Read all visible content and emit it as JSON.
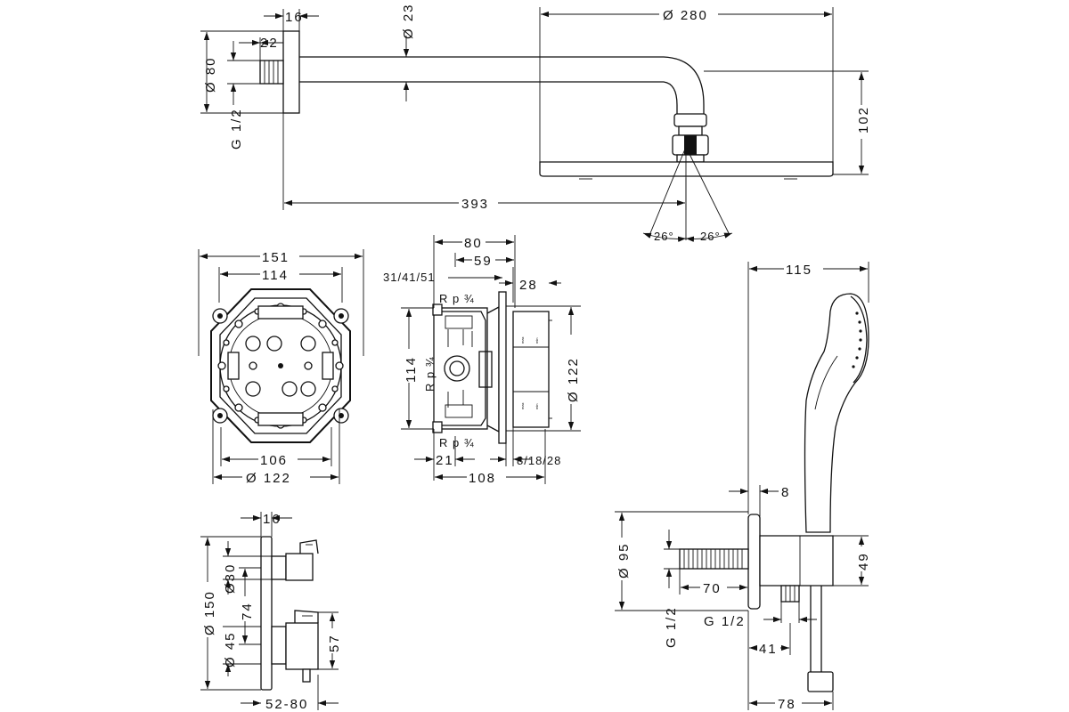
{
  "top_shower": {
    "dims": {
      "wall_depth": "16",
      "thread_len": "22",
      "flange_dia": "Ø 80",
      "thread": "G 1/2",
      "arm_dia": "Ø 23",
      "head_dia": "Ø 280",
      "height": "102",
      "reach": "393",
      "angle_left": "26°",
      "angle_right": "26°"
    }
  },
  "box_front": {
    "dims": {
      "outer": "151",
      "inner": "114",
      "bottom_inner": "106",
      "bottom_dia": "Ø  122"
    }
  },
  "box_side": {
    "dims": {
      "width": "80",
      "width_inner": "59",
      "depth_options": "31/41/51",
      "plate": "28",
      "rp_top": "R p ¾",
      "rp_mid": "R p ¾",
      "rp_bottom": "R p ¾",
      "height": "114",
      "dia": "Ø  122",
      "offset": "21",
      "total": "108",
      "cover_opts": "8/18/28"
    },
    "labels": {
      "max": "max",
      "min": "min"
    }
  },
  "thermostat": {
    "dims": {
      "depth": "16",
      "plate_dia": "Ø 150",
      "knob1_dia": "Ø30",
      "spacing": "74",
      "knob2_dia": "Ø  45",
      "knob2_h": "57",
      "range": "52-80"
    }
  },
  "hand_shower": {
    "dims": {
      "reach": "115",
      "plate": "8",
      "flange_dia": "Ø 95",
      "height": "49",
      "pipe": "70",
      "thread_left": "G 1/2",
      "thread_outlet": "G 1/2",
      "outlet": "41",
      "depth": "78"
    }
  }
}
